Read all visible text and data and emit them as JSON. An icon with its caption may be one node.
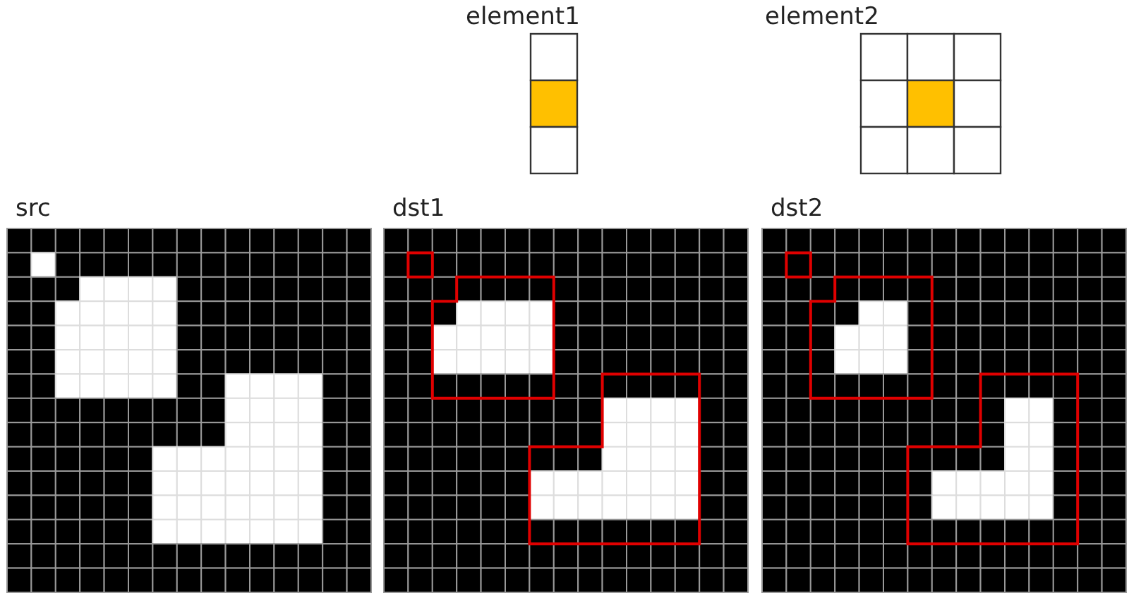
{
  "diagram": {
    "nodes": [
      {
        "text": [
          "element1"
        ]
      },
      {
        "text": [
          "element2"
        ]
      },
      {
        "text": [
          "src"
        ]
      },
      {
        "text": [
          "dst1"
        ]
      },
      {
        "text": [
          "dst2"
        ]
      }
    ]
  }
}
